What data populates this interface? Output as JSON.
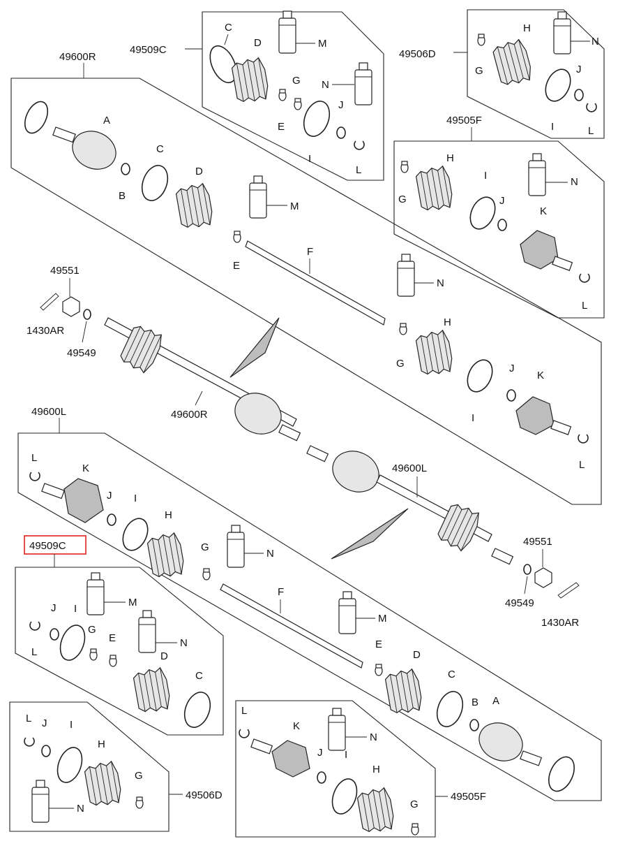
{
  "assemblies": {
    "right_shaft": "49600R",
    "right_shaft_center": "49600R",
    "left_shaft": "49600L",
    "left_shaft_center": "49600L"
  },
  "kits": {
    "boot_kit_c_top": "49509C",
    "boot_kit_c_bottom": "49509C",
    "boot_kit_d_top": "49506D",
    "boot_kit_d_bottom": "49506D",
    "boot_kit_f_top": "49505F",
    "boot_kit_f_bottom": "49505F"
  },
  "hardware": {
    "nut_top": "49551",
    "washer_top": "49549",
    "cotter_pin_top": "1430AR",
    "nut_bottom": "49551",
    "washer_bottom": "49549",
    "cotter_pin_bottom": "1430AR"
  },
  "highlight_color": "#e02020",
  "letters": {
    "A": "A",
    "B": "B",
    "C": "C",
    "D": "D",
    "E": "E",
    "F": "F",
    "G": "G",
    "H": "H",
    "I": "I",
    "J": "J",
    "K": "K",
    "L": "L",
    "M": "M",
    "N": "N"
  }
}
